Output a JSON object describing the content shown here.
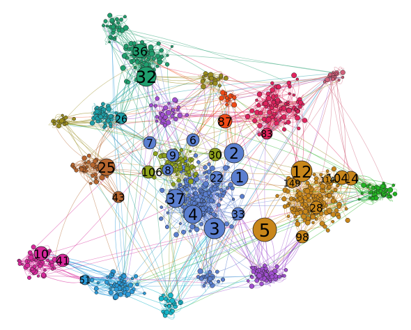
{
  "graph": {
    "colors": {
      "royal_blue": "#5b7fcf",
      "orange": "#c8861a",
      "crimson": "#e0245e",
      "teal_green": "#1f9e6e",
      "teal": "#1fa0a8",
      "olive": "#8fa21c",
      "olive_dark": "#9a8c1e",
      "brown": "#b5652e",
      "magenta": "#d6289a",
      "sky_blue": "#2b9ad8",
      "purple": "#a04fd0",
      "bright_green": "#22b322",
      "red_orange": "#f04a16",
      "pink": "#d0607a",
      "cyan": "#18b6c9"
    },
    "hub_labels": {
      "n1": "1",
      "n2": "2",
      "n3": "3",
      "n4": "4",
      "n5": "5",
      "n6": "6",
      "n7": "7",
      "n8": "8",
      "n9": "9",
      "n10": "10",
      "n12": "12",
      "n14": "14",
      "n22": "22",
      "n25": "25",
      "n26": "26",
      "n28": "28",
      "n30": "30",
      "n32": "32",
      "n33": "33",
      "n36": "36",
      "n37": "37",
      "n41": "41",
      "n43": "43",
      "n51": "51",
      "n83": "83",
      "n87": "87",
      "n98": "98",
      "n104": "104",
      "n106": "106",
      "n114": "114",
      "n149": "149"
    }
  }
}
